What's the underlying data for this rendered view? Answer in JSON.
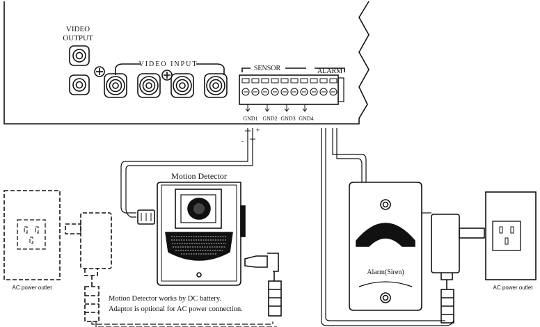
{
  "dvr_panel": {
    "video_output_label_line1": "VIDEO",
    "video_output_label_line2": "OUTPUT",
    "video_input_label": "VIDEO INPUT",
    "sensor_label": "SENSOR",
    "alarm_label": "ALARM",
    "terminal_labels": [
      "GND1",
      "GND2",
      "GND3",
      "GND4"
    ],
    "polarity_minus": "-",
    "polarity_plus": "+"
  },
  "devices": {
    "motion_detector_title": "Motion Detector",
    "alarm_siren_label": "Alarm(Siren)",
    "left_outlet_label": "AC power outlet",
    "right_outlet_label": "AC power outlet"
  },
  "notes": {
    "line1": "Motion Detector works by DC battery.",
    "line2": "Adaptor is optional for AC power connection."
  },
  "colors": {
    "ink": "#111111",
    "paper": "#ffffff"
  }
}
